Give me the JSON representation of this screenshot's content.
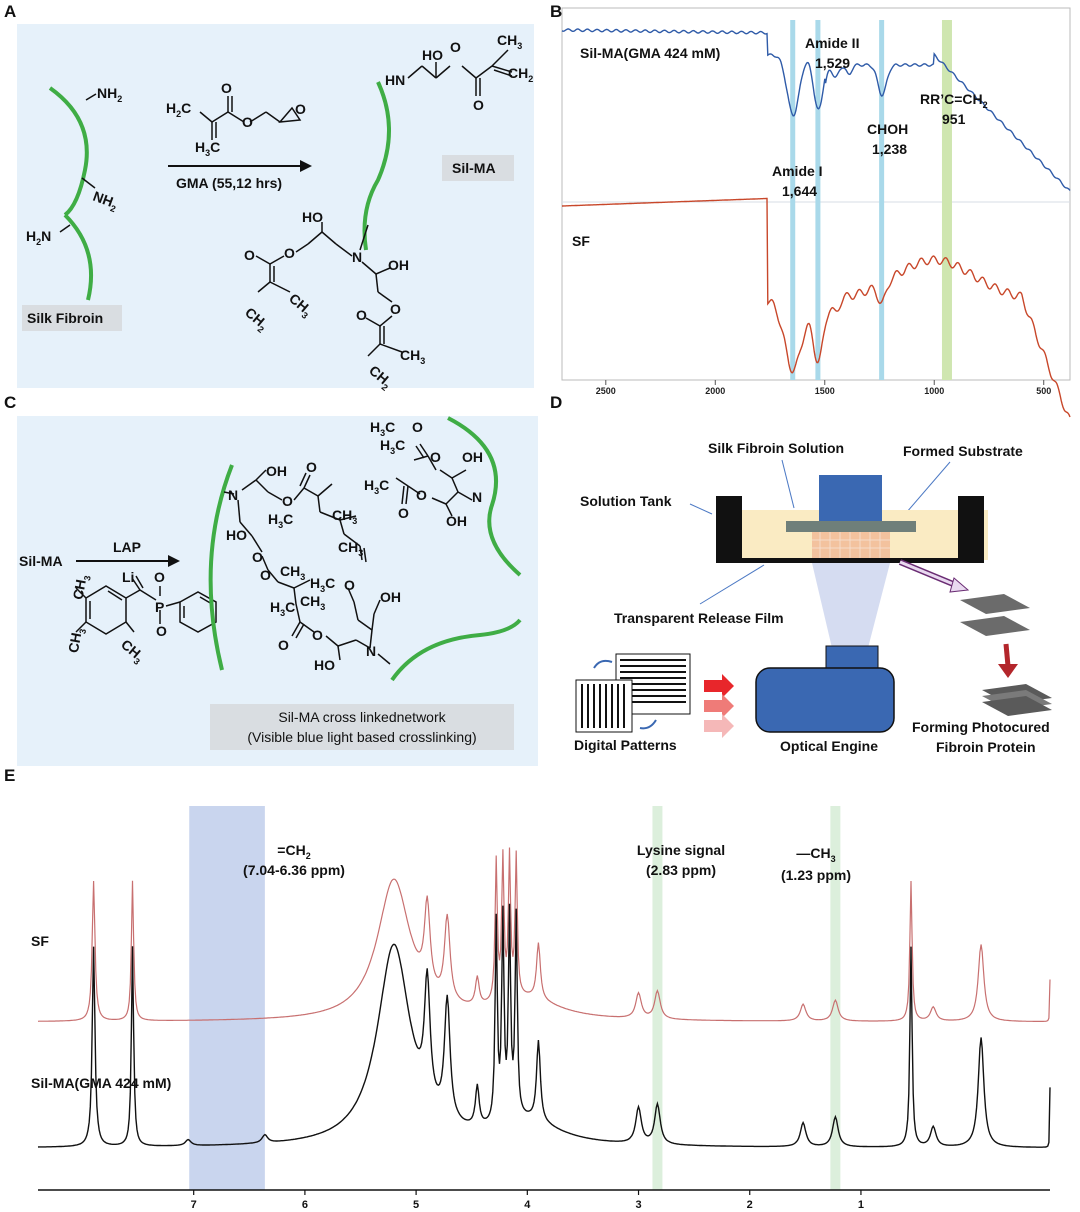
{
  "panels": {
    "a": "A",
    "b": "B",
    "c": "C",
    "d": "D",
    "e": "E"
  },
  "panel_a": {
    "reagent": "GMA (55,12 hrs)",
    "product": "Sil-MA",
    "start_label": "Silk Fibroin",
    "atoms": {
      "nh": "NH",
      "two": "2",
      "h2n": "H",
      "hn": "HN",
      "ho": "HO",
      "oh": "OH",
      "o": "O",
      "n": "N",
      "ch": "CH",
      "three": "3",
      "h": "H",
      "c": "C"
    }
  },
  "panel_b": {
    "chart_data": {
      "type": "line",
      "series": [
        {
          "name": "Sil-MA(GMA 424 mM)",
          "color": "#2f5ba8"
        },
        {
          "name": "SF",
          "color": "#c8472a"
        }
      ],
      "xticks": [
        2500,
        2000,
        1500,
        1000,
        500
      ],
      "xlim": [
        2700,
        380
      ],
      "bands": [
        1644,
        1529,
        1238,
        951
      ],
      "annotations": [
        {
          "label": "Amide II",
          "value": "1,529"
        },
        {
          "label": "Amide I",
          "value": "1,644"
        },
        {
          "label": "CHOH",
          "value": "1,238"
        },
        {
          "label": "RR’C=CH",
          "sub": "2",
          "value": "951"
        }
      ]
    }
  },
  "panel_c": {
    "start": "Sil-MA",
    "reagent": "LAP",
    "li": "Li",
    "caption1": "Sil-MA cross linkednetwork",
    "caption2": "(Visible blue light based crosslinking)"
  },
  "panel_d": {
    "silk_solution": "Silk Fibroin Solution",
    "formed_substrate": "Formed Substrate",
    "solution_tank": "Solution Tank",
    "release_film": "Transparent Release Film",
    "digital_patterns": "Digital Patterns",
    "optical_engine": "Optical Engine",
    "forming1": "Forming Photocured",
    "forming2": "Fibroin Protein"
  },
  "panel_e": {
    "chart_data": {
      "type": "line",
      "series": [
        {
          "name": "SF",
          "color": "#c87070"
        },
        {
          "name": "Sil-MA(GMA 424 mM)",
          "color": "#111111"
        }
      ],
      "xticks": [
        7,
        6,
        5,
        4,
        3,
        2,
        1
      ],
      "xlim": [
        8.4,
        -0.7
      ],
      "bands": [
        {
          "label": "=CH",
          "sub": "2",
          "range": "(7.04-6.36 ppm)",
          "from": 7.04,
          "to": 6.36,
          "color": "#c9d5ee"
        },
        {
          "label": "Lysine signal",
          "range": "(2.83 ppm)",
          "at": 2.83,
          "color": "#dcefdc"
        },
        {
          "label": "—CH",
          "sub": "3",
          "range": "(1.23 ppm)",
          "at": 1.23,
          "color": "#dcefdc"
        }
      ]
    }
  }
}
